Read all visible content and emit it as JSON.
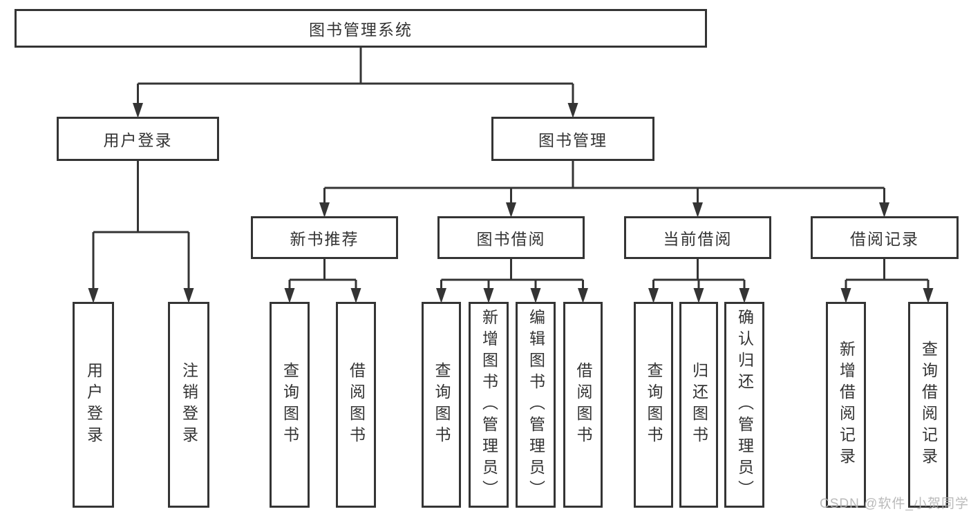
{
  "diagram": {
    "root": {
      "label": "图书管理系统",
      "children": [
        {
          "label": "用户登录",
          "children": [
            {
              "label": "用户登录"
            },
            {
              "label": "注销登录"
            }
          ]
        },
        {
          "label": "图书管理",
          "children": [
            {
              "label": "新书推荐",
              "children": [
                {
                  "label": "查询图书"
                },
                {
                  "label": "借阅图书"
                }
              ]
            },
            {
              "label": "图书借阅",
              "children": [
                {
                  "label": "查询图书"
                },
                {
                  "label": "新增图书（管理员）"
                },
                {
                  "label": "编辑图书（管理员）"
                },
                {
                  "label": "借阅图书"
                }
              ]
            },
            {
              "label": "当前借阅",
              "children": [
                {
                  "label": "查询图书"
                },
                {
                  "label": "归还图书"
                },
                {
                  "label": "确认归还（管理员）"
                }
              ]
            },
            {
              "label": "借阅记录",
              "children": [
                {
                  "label": "新增借阅记录"
                },
                {
                  "label": "查询借阅记录"
                }
              ]
            }
          ]
        }
      ]
    },
    "colors": {
      "line": "#343434",
      "box_background": "#ffffff",
      "text": "#333333",
      "watermark": "#b2b2b2"
    }
  },
  "watermark": {
    "text": "CSDN @软件_小贺同学"
  }
}
